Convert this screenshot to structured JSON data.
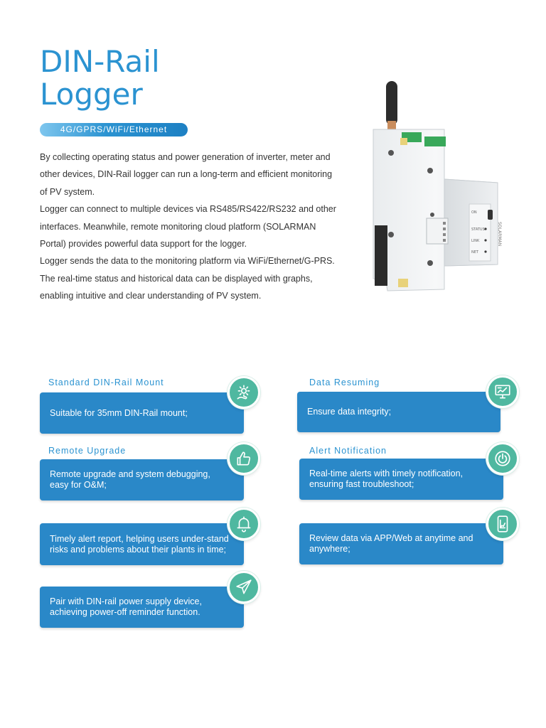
{
  "header": {
    "title_line1": "DIN-Rail",
    "title_line2": "Logger",
    "tag": "4G/GPRS/WiFi/Ethernet"
  },
  "description": [
    "By collecting operating status and power generation of inverter, meter and other devices, DIN-Rail logger can run a long-term and efficient monitoring of PV system.",
    "Logger can connect to multiple devices via RS485/RS422/RS232 and other interfaces. Meanwhile, remote monitoring cloud platform (SOLARMAN Portal) provides powerful data support for the logger.",
    "Logger sends the data to the monitoring platform via WiFi/Ethernet/G-PRS. The real-time status and historical data can be displayed with graphs, enabling intuitive and clear understanding of PV system."
  ],
  "device": {
    "brand": "SOLARMAN",
    "labels": [
      "ON",
      "STATUS",
      "LINK",
      "NET"
    ]
  },
  "features": {
    "f1": {
      "title": "Standard DIN-Rail Mount",
      "text": "Suitable for 35mm DIN-Rail mount;",
      "icon": "gear-hand-icon"
    },
    "f2": {
      "title": "Data Resuming",
      "text": "Ensure data integrity;",
      "icon": "monitor-chart-icon"
    },
    "f3": {
      "title": "Remote Upgrade",
      "text": "Remote upgrade and system debugging,\n easy for O&M;",
      "icon": "thumbs-up-icon"
    },
    "f4": {
      "title": "Alert Notification",
      "text": "Real-time alerts with timely notification, ensuring fast troubleshoot;",
      "icon": "power-icon"
    },
    "f5": {
      "text": "Timely alert report, helping users under-stand risks and problems about their plants in time;",
      "icon": "bell-icon"
    },
    "f6": {
      "text": "Review data via APP/Web at anytime and anywhere;",
      "icon": "phone-chart-icon"
    },
    "f7": {
      "text": "Pair with DIN-rail power supply device, achieving power-off reminder function.",
      "icon": "paper-plane-icon"
    }
  },
  "colors": {
    "accent": "#2b93d1",
    "card": "#2a88c8",
    "badge": "#4fb8a0"
  }
}
